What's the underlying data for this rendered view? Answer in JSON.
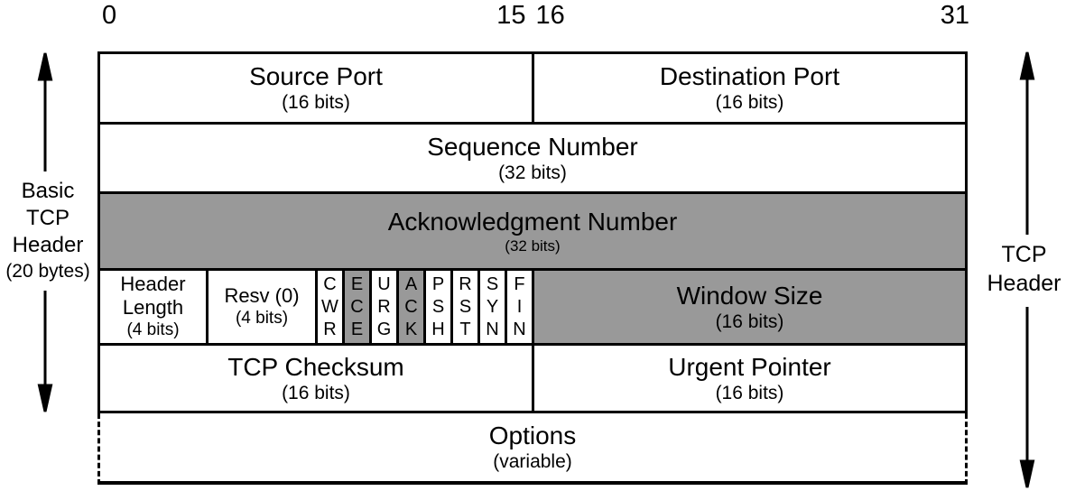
{
  "colors": {
    "shaded": "#999999",
    "line": "#000000",
    "text": "#000000",
    "background": "#ffffff"
  },
  "ruler": {
    "bit0": "0",
    "bit15": "15",
    "bit16": "16",
    "bit31": "31"
  },
  "left_label": {
    "line1": "Basic",
    "line2": "TCP",
    "line3": "Header",
    "sub": "(20 bytes)"
  },
  "right_label": {
    "line1": "TCP",
    "line2": "Header"
  },
  "fields": {
    "source_port": {
      "title": "Source Port",
      "sub": "(16 bits)",
      "shaded": false
    },
    "destination_port": {
      "title": "Destination Port",
      "sub": "(16 bits)",
      "shaded": false
    },
    "sequence_number": {
      "title": "Sequence Number",
      "sub": "(32 bits)",
      "shaded": false
    },
    "acknowledgment_number": {
      "title": "Acknowledgment Number",
      "sub": "(32 bits)",
      "shaded": true
    },
    "header_length": {
      "line1": "Header",
      "line2": "Length",
      "sub": "(4 bits)",
      "shaded": false
    },
    "reserved": {
      "title": "Resv (0)",
      "sub": "(4 bits)",
      "shaded": false
    },
    "window_size": {
      "title": "Window Size",
      "sub": "(16 bits)",
      "shaded": true
    },
    "tcp_checksum": {
      "title": "TCP Checksum",
      "sub": "(16 bits)",
      "shaded": false
    },
    "urgent_pointer": {
      "title": "Urgent Pointer",
      "sub": "(16 bits)",
      "shaded": false
    },
    "options": {
      "title": "Options",
      "sub": "(variable)",
      "shaded": false
    }
  },
  "flags": [
    {
      "name": "CWR",
      "letters": [
        "C",
        "W",
        "R"
      ],
      "shaded": false
    },
    {
      "name": "ECE",
      "letters": [
        "E",
        "C",
        "E"
      ],
      "shaded": true
    },
    {
      "name": "URG",
      "letters": [
        "U",
        "R",
        "G"
      ],
      "shaded": false
    },
    {
      "name": "ACK",
      "letters": [
        "A",
        "C",
        "K"
      ],
      "shaded": true
    },
    {
      "name": "PSH",
      "letters": [
        "P",
        "S",
        "H"
      ],
      "shaded": false
    },
    {
      "name": "RST",
      "letters": [
        "R",
        "S",
        "T"
      ],
      "shaded": false
    },
    {
      "name": "SYN",
      "letters": [
        "S",
        "Y",
        "N"
      ],
      "shaded": false
    },
    {
      "name": "FIN",
      "letters": [
        "F",
        "I",
        "N"
      ],
      "shaded": false
    }
  ]
}
